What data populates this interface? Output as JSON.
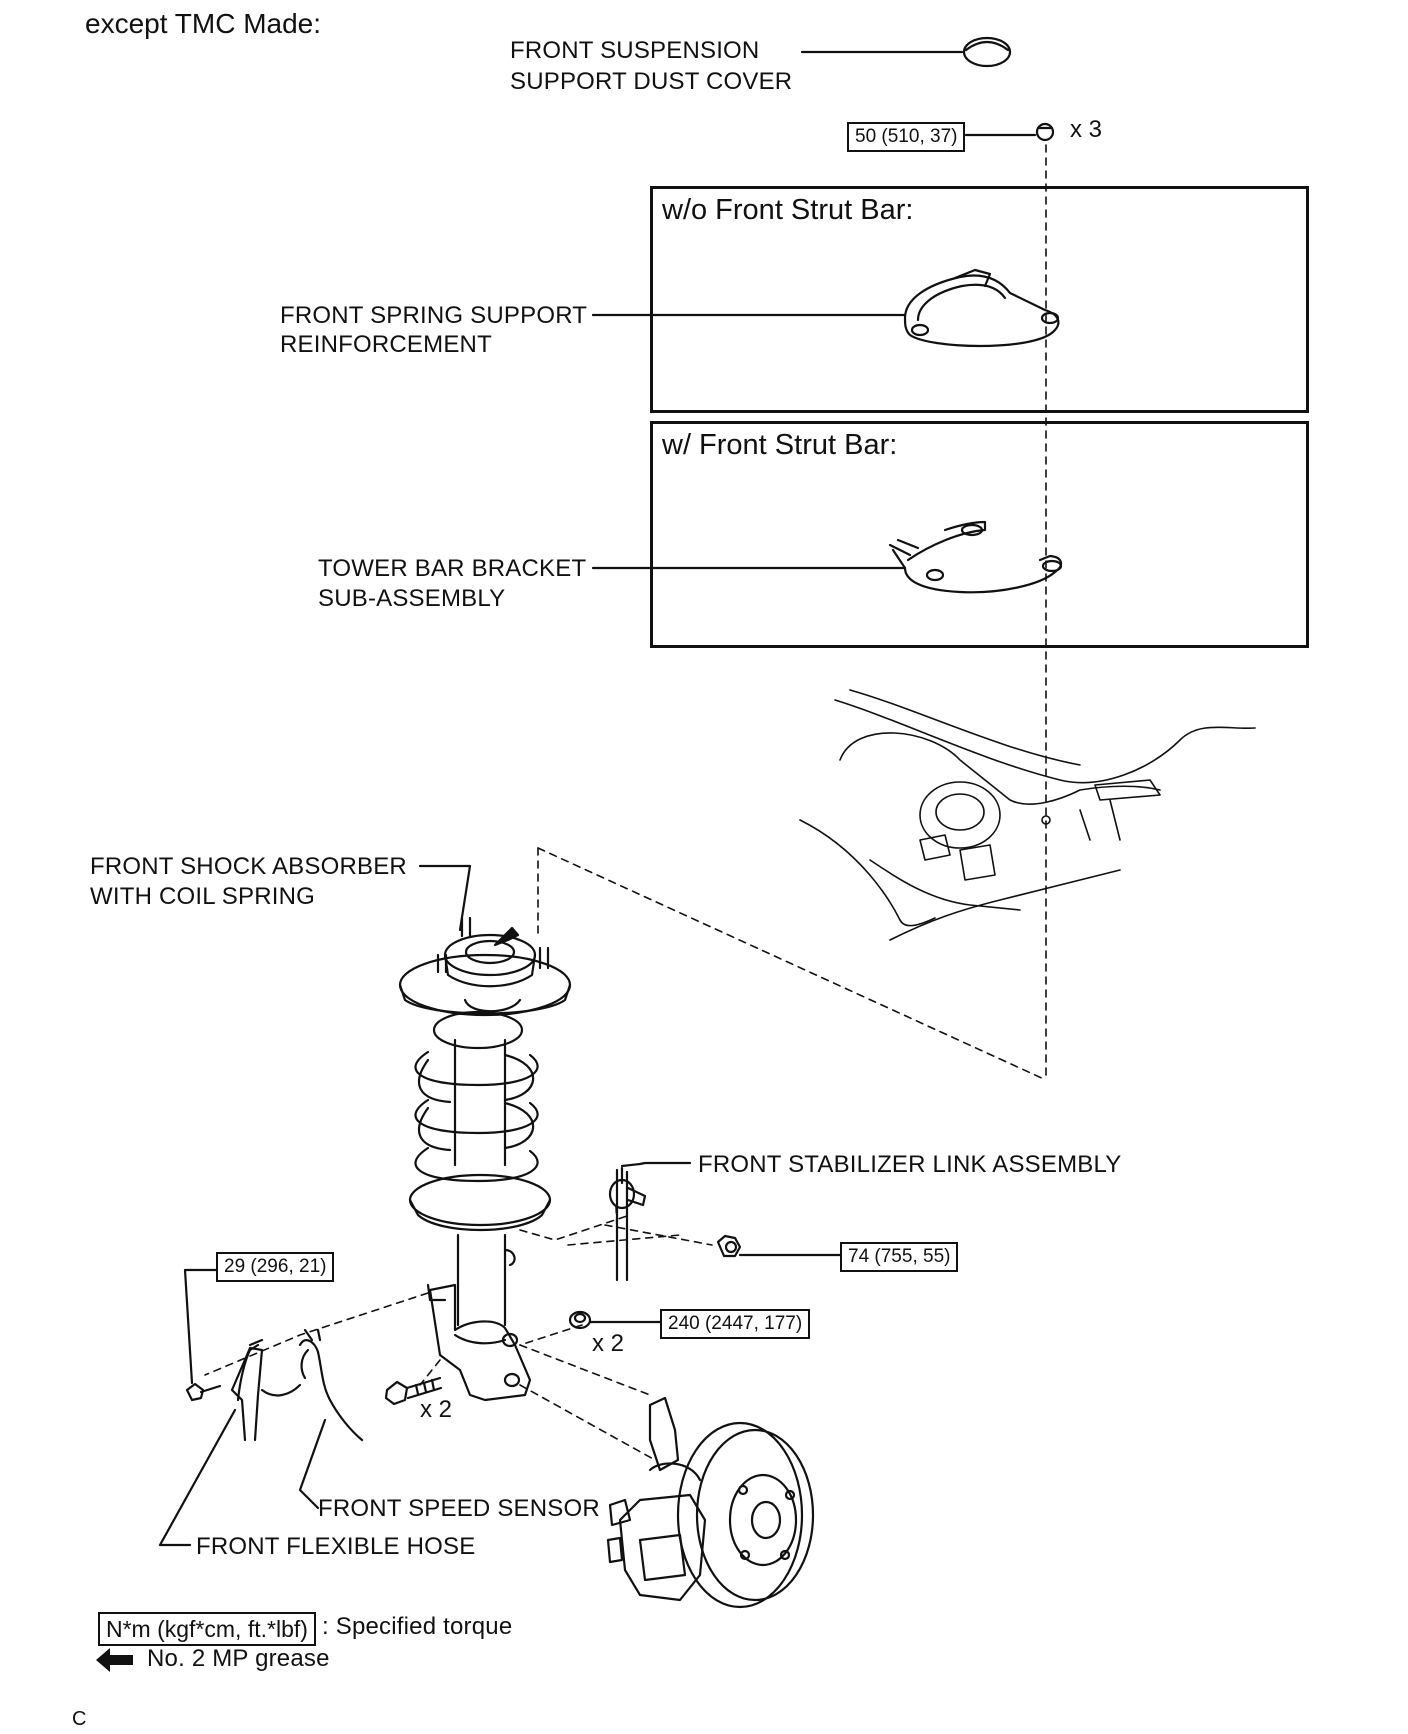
{
  "header": "except TMC Made:",
  "labels": {
    "dust_cover": [
      "FRONT SUSPENSION",
      "SUPPORT DUST COVER"
    ],
    "spring_support_reinf": [
      "FRONT SPRING SUPPORT",
      "REINFORCEMENT"
    ],
    "tower_bar_bracket": [
      "TOWER BAR BRACKET",
      "SUB-ASSEMBLY"
    ],
    "shock_absorber": [
      "FRONT SHOCK ABSORBER",
      "WITH COIL SPRING"
    ],
    "stabilizer_link": "FRONT STABILIZER LINK ASSEMBLY",
    "speed_sensor": "FRONT SPEED SENSOR",
    "flexible_hose": "FRONT FLEXIBLE HOSE"
  },
  "boxes": {
    "wo_strut_bar": "w/o Front Strut Bar:",
    "w_strut_bar": "w/ Front Strut Bar:"
  },
  "torques": {
    "upper_nut": "50 (510, 37)",
    "stabilizer_nut": "74 (755, 55)",
    "hose_bolt": "29 (296, 21)",
    "knuckle_nut": "240 (2447, 177)"
  },
  "quantities": {
    "upper_nut": "x 3",
    "knuckle_nut": "x 2",
    "knuckle_bolt": "x 2"
  },
  "legend": {
    "torque_unit": "N*m (kgf*cm, ft.*lbf)",
    "torque_desc": ": Specified torque",
    "grease_desc": "No. 2 MP grease"
  },
  "footer_mark": "C"
}
